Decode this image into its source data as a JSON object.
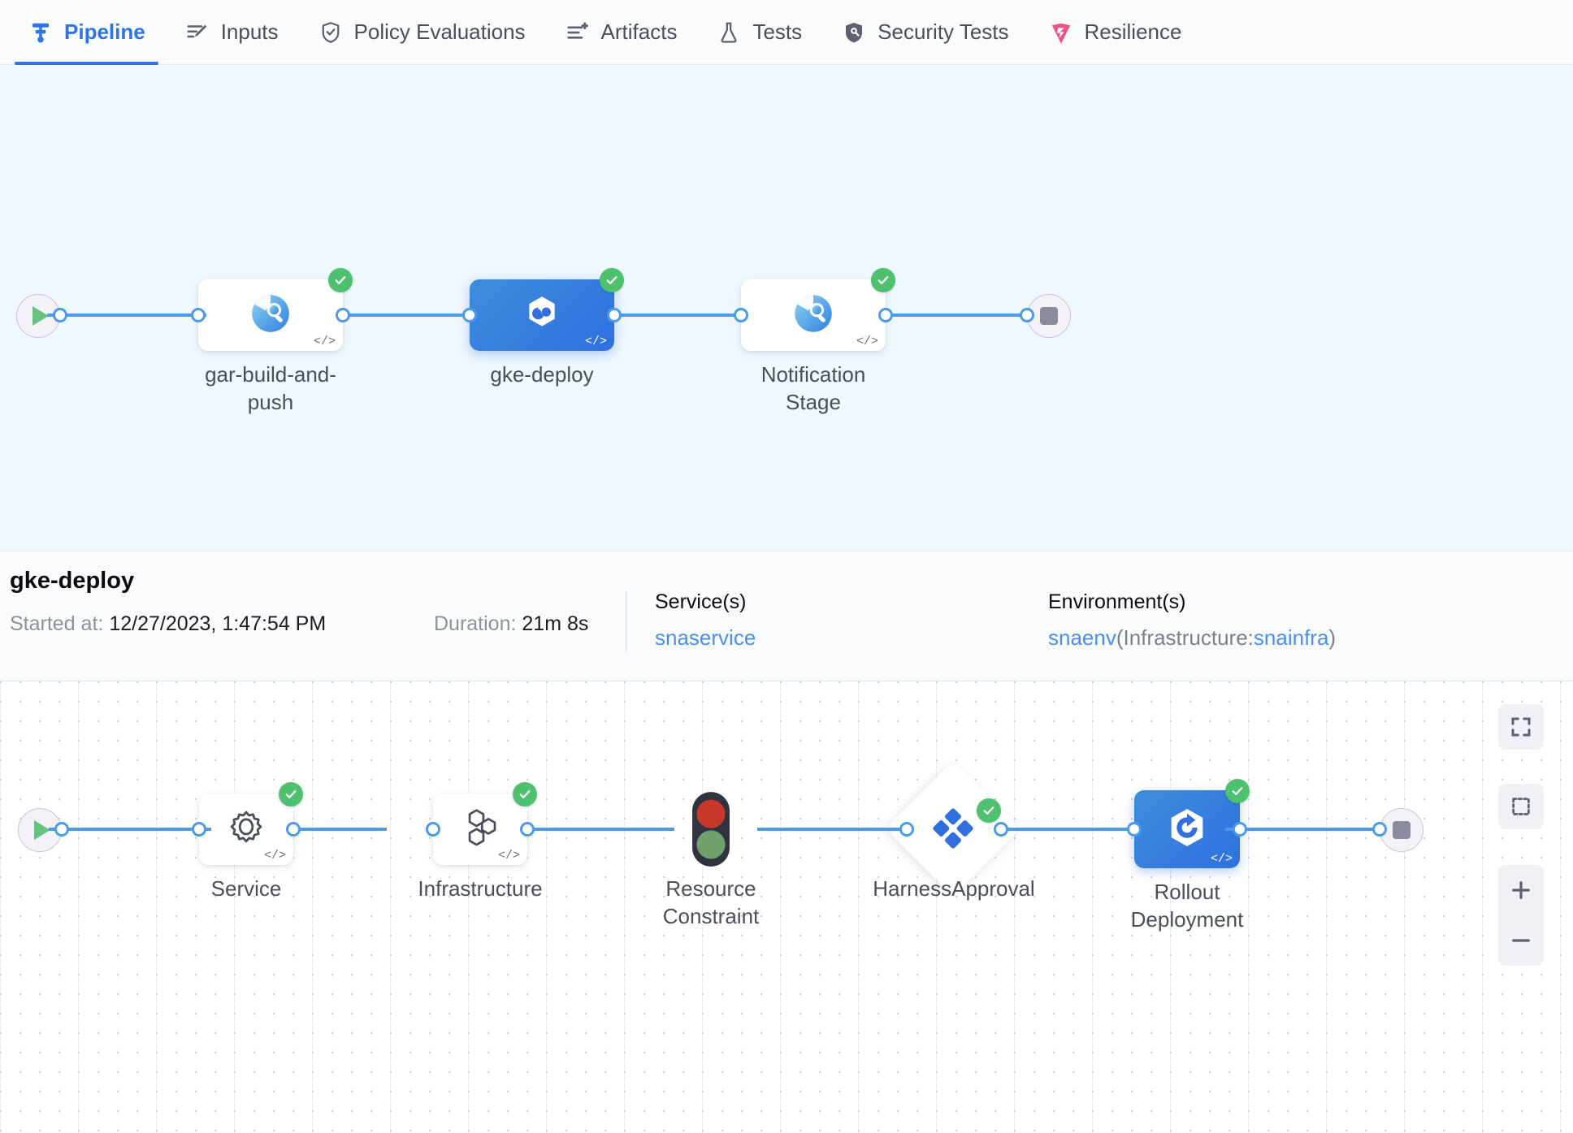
{
  "tabs": [
    {
      "label": "Pipeline",
      "icon": "pipeline-icon",
      "active": true
    },
    {
      "label": "Inputs",
      "icon": "inputs-pencil-icon",
      "active": false
    },
    {
      "label": "Policy Evaluations",
      "icon": "shield-check-icon",
      "active": false
    },
    {
      "label": "Artifacts",
      "icon": "artifacts-list-plus-icon",
      "active": false
    },
    {
      "label": "Tests",
      "icon": "flask-icon",
      "active": false
    },
    {
      "label": "Security Tests",
      "icon": "shield-scan-icon",
      "active": false
    },
    {
      "label": "Resilience",
      "icon": "resilience-chaos-icon",
      "active": false
    }
  ],
  "stage_graph": {
    "start_node": "start",
    "end_node": "end",
    "nodes": [
      {
        "name": "gar-build-and-push",
        "icon": "ci-build-icon",
        "status": "success",
        "selected": false
      },
      {
        "name": "gke-deploy",
        "icon": "cd-deploy-icon",
        "status": "success",
        "selected": true
      },
      {
        "name": "Notification Stage",
        "icon": "ci-build-icon",
        "status": "success",
        "selected": false
      }
    ]
  },
  "details": {
    "title": "gke-deploy",
    "started_label": "Started at:",
    "started_value": "12/27/2023, 1:47:54 PM",
    "duration_label": "Duration:",
    "duration_value": "21m 8s",
    "services_header": "Service(s)",
    "service_name": "snaservice",
    "environments_header": "Environment(s)",
    "env_name": "snaenv",
    "env_infra_prefix": "(Infrastructure:",
    "env_infra_name": "snainfra",
    "env_infra_suffix": ")"
  },
  "step_graph": {
    "start_node": "start",
    "end_node": "end",
    "nodes": [
      {
        "name": "Service",
        "icon": "gear-icon",
        "status": "success",
        "shape": "card",
        "selected": false
      },
      {
        "name": "Infrastructure",
        "icon": "hexagons-icon",
        "status": "success",
        "shape": "card",
        "selected": false
      },
      {
        "name": "Resource Constraint",
        "icon": "traffic-light-icon",
        "status": "none",
        "shape": "bare",
        "selected": false
      },
      {
        "name": "HarnessApproval",
        "icon": "approval-diamonds-icon",
        "status": "success",
        "shape": "diamond",
        "selected": false
      },
      {
        "name": "Rollout Deployment",
        "icon": "rollout-icon",
        "status": "success",
        "shape": "card",
        "selected": true
      }
    ]
  },
  "zoom_controls": [
    {
      "name": "fit-to-screen",
      "icon": "expand-icon"
    },
    {
      "name": "select-area",
      "icon": "dashed-square-icon"
    },
    {
      "name": "zoom-in",
      "icon": "plus-icon"
    },
    {
      "name": "zoom-out",
      "icon": "minus-icon"
    }
  ],
  "colors": {
    "accent": "#2e73e8",
    "edge": "#4b9bea",
    "success": "#4dc16e",
    "selected_node": "#2f6fe0",
    "stage_canvas_bg": "#eff8fc",
    "link": "#4a90e8"
  }
}
